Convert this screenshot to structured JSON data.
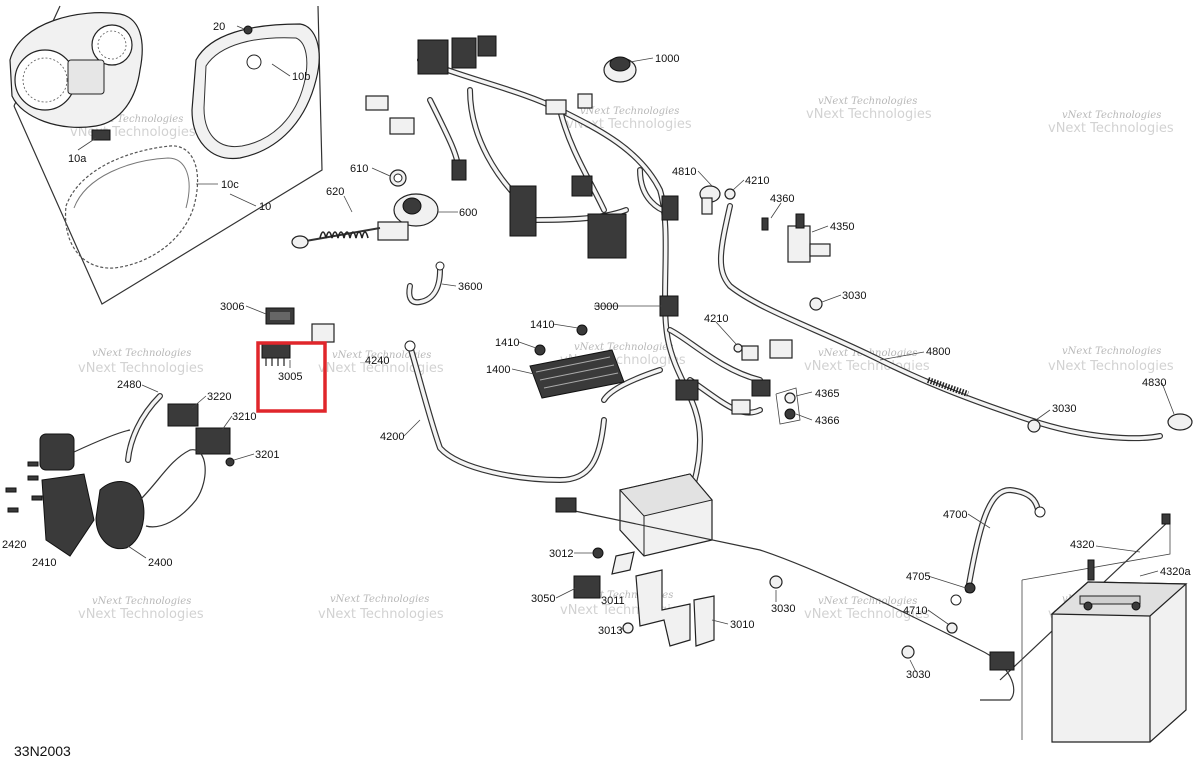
{
  "diagram": {
    "reference_code": "33N2003",
    "watermark_brand": "vNext Technologies",
    "callouts": {
      "c20": "20",
      "c10b": "10b",
      "c10a": "10a",
      "c10c": "10c",
      "c10": "10",
      "c1000": "1000",
      "c610": "610",
      "c620": "620",
      "c600": "600",
      "c4810": "4810",
      "c4210a": "4210",
      "c4360": "4360",
      "c4350": "4350",
      "c3600": "3600",
      "c3030a": "3030",
      "c3006": "3006",
      "c1410a": "1410",
      "c1410b": "1410",
      "c3000": "3000",
      "c4210b": "4210",
      "c4800": "4800",
      "c3005": "3005",
      "c4240": "4240",
      "c1400": "1400",
      "c2480": "2480",
      "c3220": "3220",
      "c3210": "3210",
      "c4365": "4365",
      "c4366": "4366",
      "c4830": "4830",
      "c3030b": "3030",
      "c4200": "4200",
      "c3201": "3201",
      "c2420": "2420",
      "c2410": "2410",
      "c2400": "2400",
      "c4700": "4700",
      "c4320": "4320",
      "c4320a": "4320a",
      "c3012": "3012",
      "c4705": "4705",
      "c3050": "3050",
      "c3011": "3011",
      "c3030c": "3030",
      "c4710": "4710",
      "c3013": "3013",
      "c3010": "3010",
      "c3030d": "3030"
    },
    "highlight": {
      "part": "3005",
      "color": "#e0262b"
    }
  }
}
